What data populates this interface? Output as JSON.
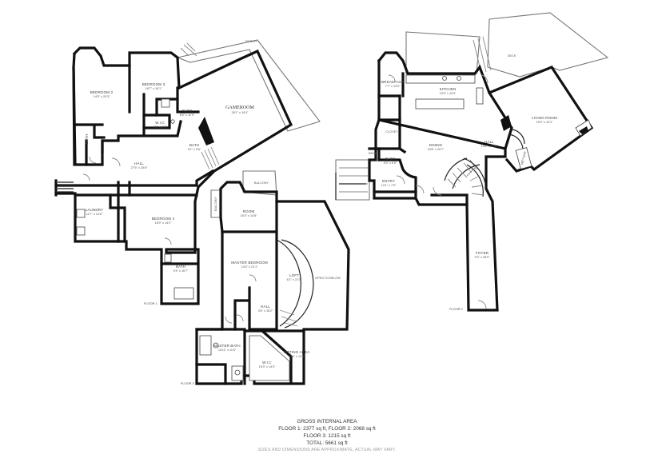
{
  "floors": {
    "floor1": {
      "label": "FLOOR 1",
      "rooms": {
        "bedroom2": {
          "name": "BEDROOM 2",
          "dims": "14'5\" x 20'3\""
        },
        "bedroom3": {
          "name": "BEDROOM 3",
          "dims": "16'7\" x 16'1\""
        },
        "bath_a": {
          "name": "BATH",
          "dims": "8'5\" x 11'3\""
        },
        "wic": {
          "name": "W.I.C",
          "dims": "7'3\" x 6'0\""
        },
        "bath_b": {
          "name": "BATH",
          "dims": "9'1\" x 5'6\""
        },
        "bath_c": {
          "name": "BATH",
          "dims": ""
        },
        "gameroom": {
          "name": "GAMEROOM",
          "dims": "26'1\" x 19'4\""
        },
        "porch": {
          "name": "PORCH",
          "dims": ""
        },
        "hall": {
          "name": "HALL",
          "dims": "27'5\" x 25'8\""
        },
        "laundry": {
          "name": "LAUNDRY",
          "dims": "11'7\" x 14'6\""
        },
        "bedroom4": {
          "name": "BEDROOM 4",
          "dims": "16'9\" x 14'2\""
        },
        "bath_d": {
          "name": "BATH",
          "dims": "9'4\" x 16'7\""
        }
      }
    },
    "floor2": {
      "label": "FLOOR 2",
      "rooms": {
        "deck": {
          "name": "DECK",
          "dims": ""
        },
        "breakfast": {
          "name": "BREAKFAST",
          "dims": "7'7\" x 14'9\""
        },
        "kitchen": {
          "name": "KITCHEN",
          "dims": "13'3\" x 19'9\""
        },
        "closet": {
          "name": "CLOSET",
          "dims": ""
        },
        "living": {
          "name": "LIVING ROOM",
          "dims": "19'0\" x 19'2\""
        },
        "wet_bar": {
          "name": "WET BAR",
          "dims": ""
        },
        "hall": {
          "name": "HALL",
          "dims": "13'4\" x 18'5\""
        },
        "dining": {
          "name": "DINING",
          "dims": "15'8\" x 20'7\""
        },
        "deck_small": {
          "name": "DECK",
          "dims": ""
        },
        "bath": {
          "name": "BATH",
          "dims": "5'3\" x 6'5\""
        },
        "entry": {
          "name": "ENTRY",
          "dims": "13'1\" x 7'5\""
        },
        "foyer": {
          "name": "FOYER",
          "dims": "9'0\" x 28'9\""
        }
      }
    },
    "floor3": {
      "label": "FLOOR 3",
      "rooms": {
        "balcony_top": {
          "name": "BALCONY",
          "dims": ""
        },
        "balcony_side": {
          "name": "BALCONY",
          "dims": ""
        },
        "room": {
          "name": "ROOM",
          "dims": "16'3\" x 14'8\""
        },
        "master_bedroom": {
          "name": "MASTER BEDROOM",
          "dims": "14'4\" x 21'1\""
        },
        "loft": {
          "name": "LOFT",
          "dims": "6'1\" x 21'3\""
        },
        "open_below": {
          "name": "OPEN TO BELOW",
          "dims": ""
        },
        "hall": {
          "name": "HALL",
          "dims": "3'6\" x 16'2\""
        },
        "master_bath": {
          "name": "MASTER BATH",
          "dims": "13'11\" x 11'6\""
        },
        "wic": {
          "name": "W.I.C",
          "dims": "15'3\" x 14'3\""
        },
        "sitting": {
          "name": "SITTING AREA",
          "dims": "9'10\" x 14'3\""
        }
      }
    }
  },
  "summary": {
    "heading": "GROSS INTERNAL AREA",
    "line1": "FLOOR 1: 2377 sq ft, FLOOR 2: 2068 sq ft",
    "line2": "FLOOR 3: 1215 sq ft",
    "total": "TOTAL: 5661 sq ft",
    "disclaimer": "SIZES AND DIMENSIONS ARE APPROXIMATE, ACTUAL MAY VARY."
  }
}
